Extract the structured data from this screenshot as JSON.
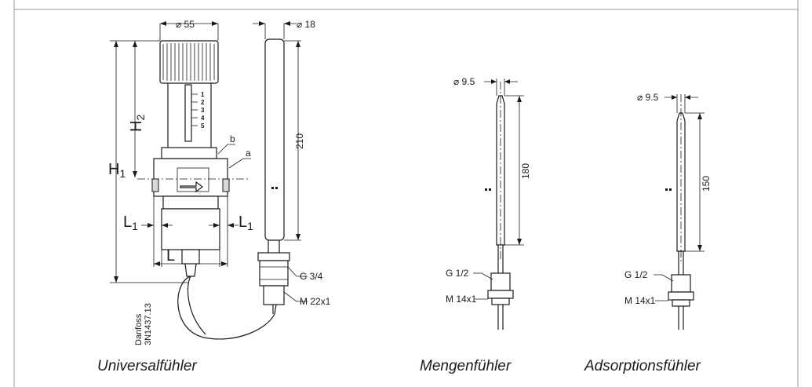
{
  "universal": {
    "dia_top": "⌀ 55",
    "dia_sensor": "⌀ 18",
    "length": "210",
    "h1": "H",
    "h1_sub": "1",
    "h2": "H",
    "h2_sub": "2",
    "l1": "L",
    "l1_sub": "1",
    "l": "L",
    "label_a": "a",
    "label_b": "b",
    "thread_g": "G 3/4",
    "thread_m": "M 22x1",
    "scale": [
      "1",
      "2",
      "3",
      "4",
      "5"
    ],
    "doc_brand": "Danfoss",
    "doc_code": "3N1437.13"
  },
  "mengen": {
    "dia": "⌀ 9.5",
    "length": "180",
    "thread_g": "G 1/2",
    "thread_m": "M 14x1"
  },
  "adsorption": {
    "dia": "⌀ 9.5",
    "length": "150",
    "thread_g": "G 1/2",
    "thread_m": "M 14x1"
  },
  "captions": {
    "universal": "Universalfühler",
    "mengen": "Mengenfühler",
    "adsorption": "Adsorptionsfühler"
  }
}
